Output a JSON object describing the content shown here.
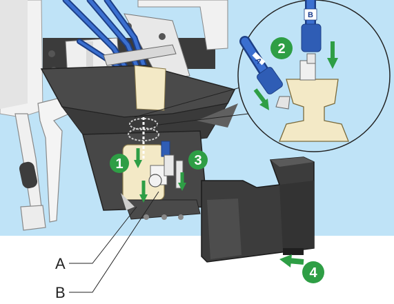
{
  "colors": {
    "background_blue": "#bfe3f7",
    "step_green": "#2e9e45",
    "tube_blue": "#2f5db5",
    "housing_dark": "#4a4a4a",
    "cover_dark": "#3c3c3c",
    "cream": "#f3e9c6"
  },
  "steps": [
    {
      "number": "1"
    },
    {
      "number": "2"
    },
    {
      "number": "3"
    },
    {
      "number": "4"
    }
  ],
  "callouts": [
    {
      "label": "A"
    },
    {
      "label": "B"
    }
  ],
  "tube_labels": [
    {
      "label": "A"
    },
    {
      "label": "B"
    }
  ]
}
